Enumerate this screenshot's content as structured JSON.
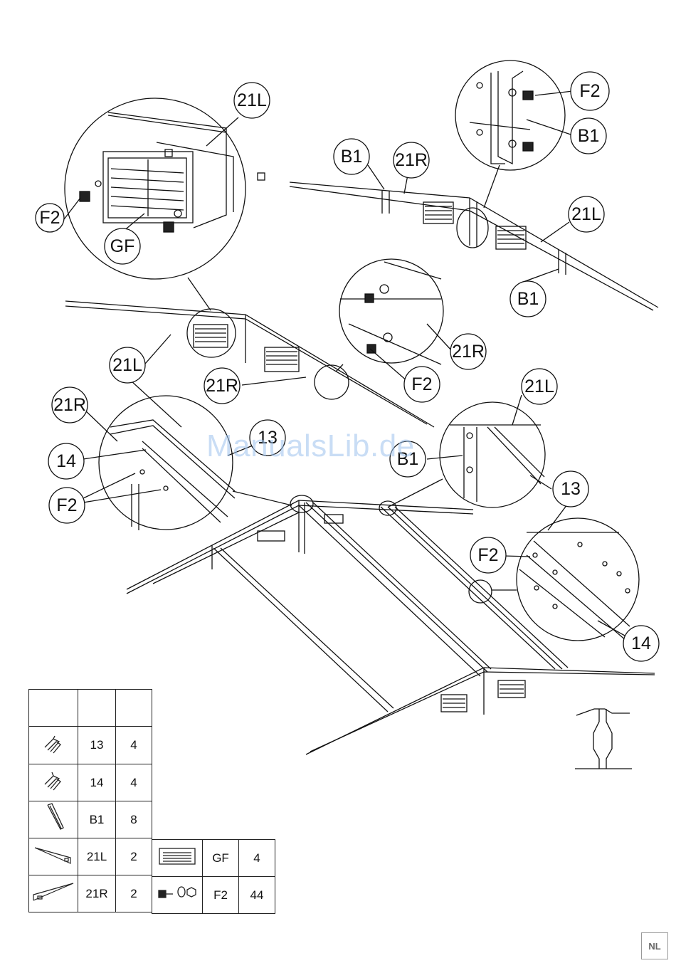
{
  "labels": {
    "c21L_a": "21L",
    "c21L_b": "21L",
    "c21L_c": "21L",
    "c21L_d": "21L",
    "c21R_a": "21R",
    "c21R_b": "21R",
    "c21R_c": "21R",
    "c21R_d": "21R",
    "cF2_a": "F2",
    "cF2_b": "F2",
    "cF2_c": "F2",
    "cF2_d": "F2",
    "cF2_e": "F2",
    "cB1_a": "B1",
    "cB1_b": "B1",
    "cB1_c": "B1",
    "cB1_d": "B1",
    "cGF": "GF",
    "c13_a": "13",
    "c13_b": "13",
    "c14_a": "14",
    "c14_b": "14"
  },
  "watermark": "ManualsLib.de",
  "parts_table": {
    "rows": [
      {
        "icon": "profile-13-icon",
        "code": "13",
        "qty": "4"
      },
      {
        "icon": "profile-14-icon",
        "code": "14",
        "qty": "4"
      },
      {
        "icon": "bracket-b1-icon",
        "code": "B1",
        "qty": "8"
      },
      {
        "icon": "gable-21l-icon",
        "code": "21L",
        "qty": "2"
      },
      {
        "icon": "gable-21r-icon",
        "code": "21R",
        "qty": "2"
      }
    ],
    "extra": [
      {
        "icon": "vent-grille-icon",
        "code": "GF",
        "qty": "4"
      },
      {
        "icon": "bolt-washer-nut-icon",
        "code": "F2",
        "qty": "44"
      }
    ]
  },
  "badge": "NL"
}
